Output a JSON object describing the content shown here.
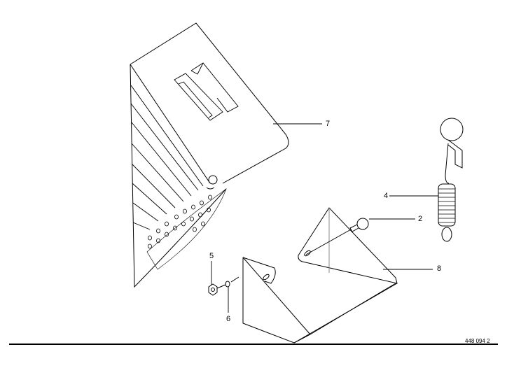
{
  "callouts": [
    {
      "id": "7",
      "label": "7"
    },
    {
      "id": "4",
      "label": "4"
    },
    {
      "id": "2",
      "label": "2"
    },
    {
      "id": "8",
      "label": "8"
    },
    {
      "id": "5",
      "label": "5"
    },
    {
      "id": "6",
      "label": "6"
    }
  ],
  "drawing_number": "448 094 2"
}
